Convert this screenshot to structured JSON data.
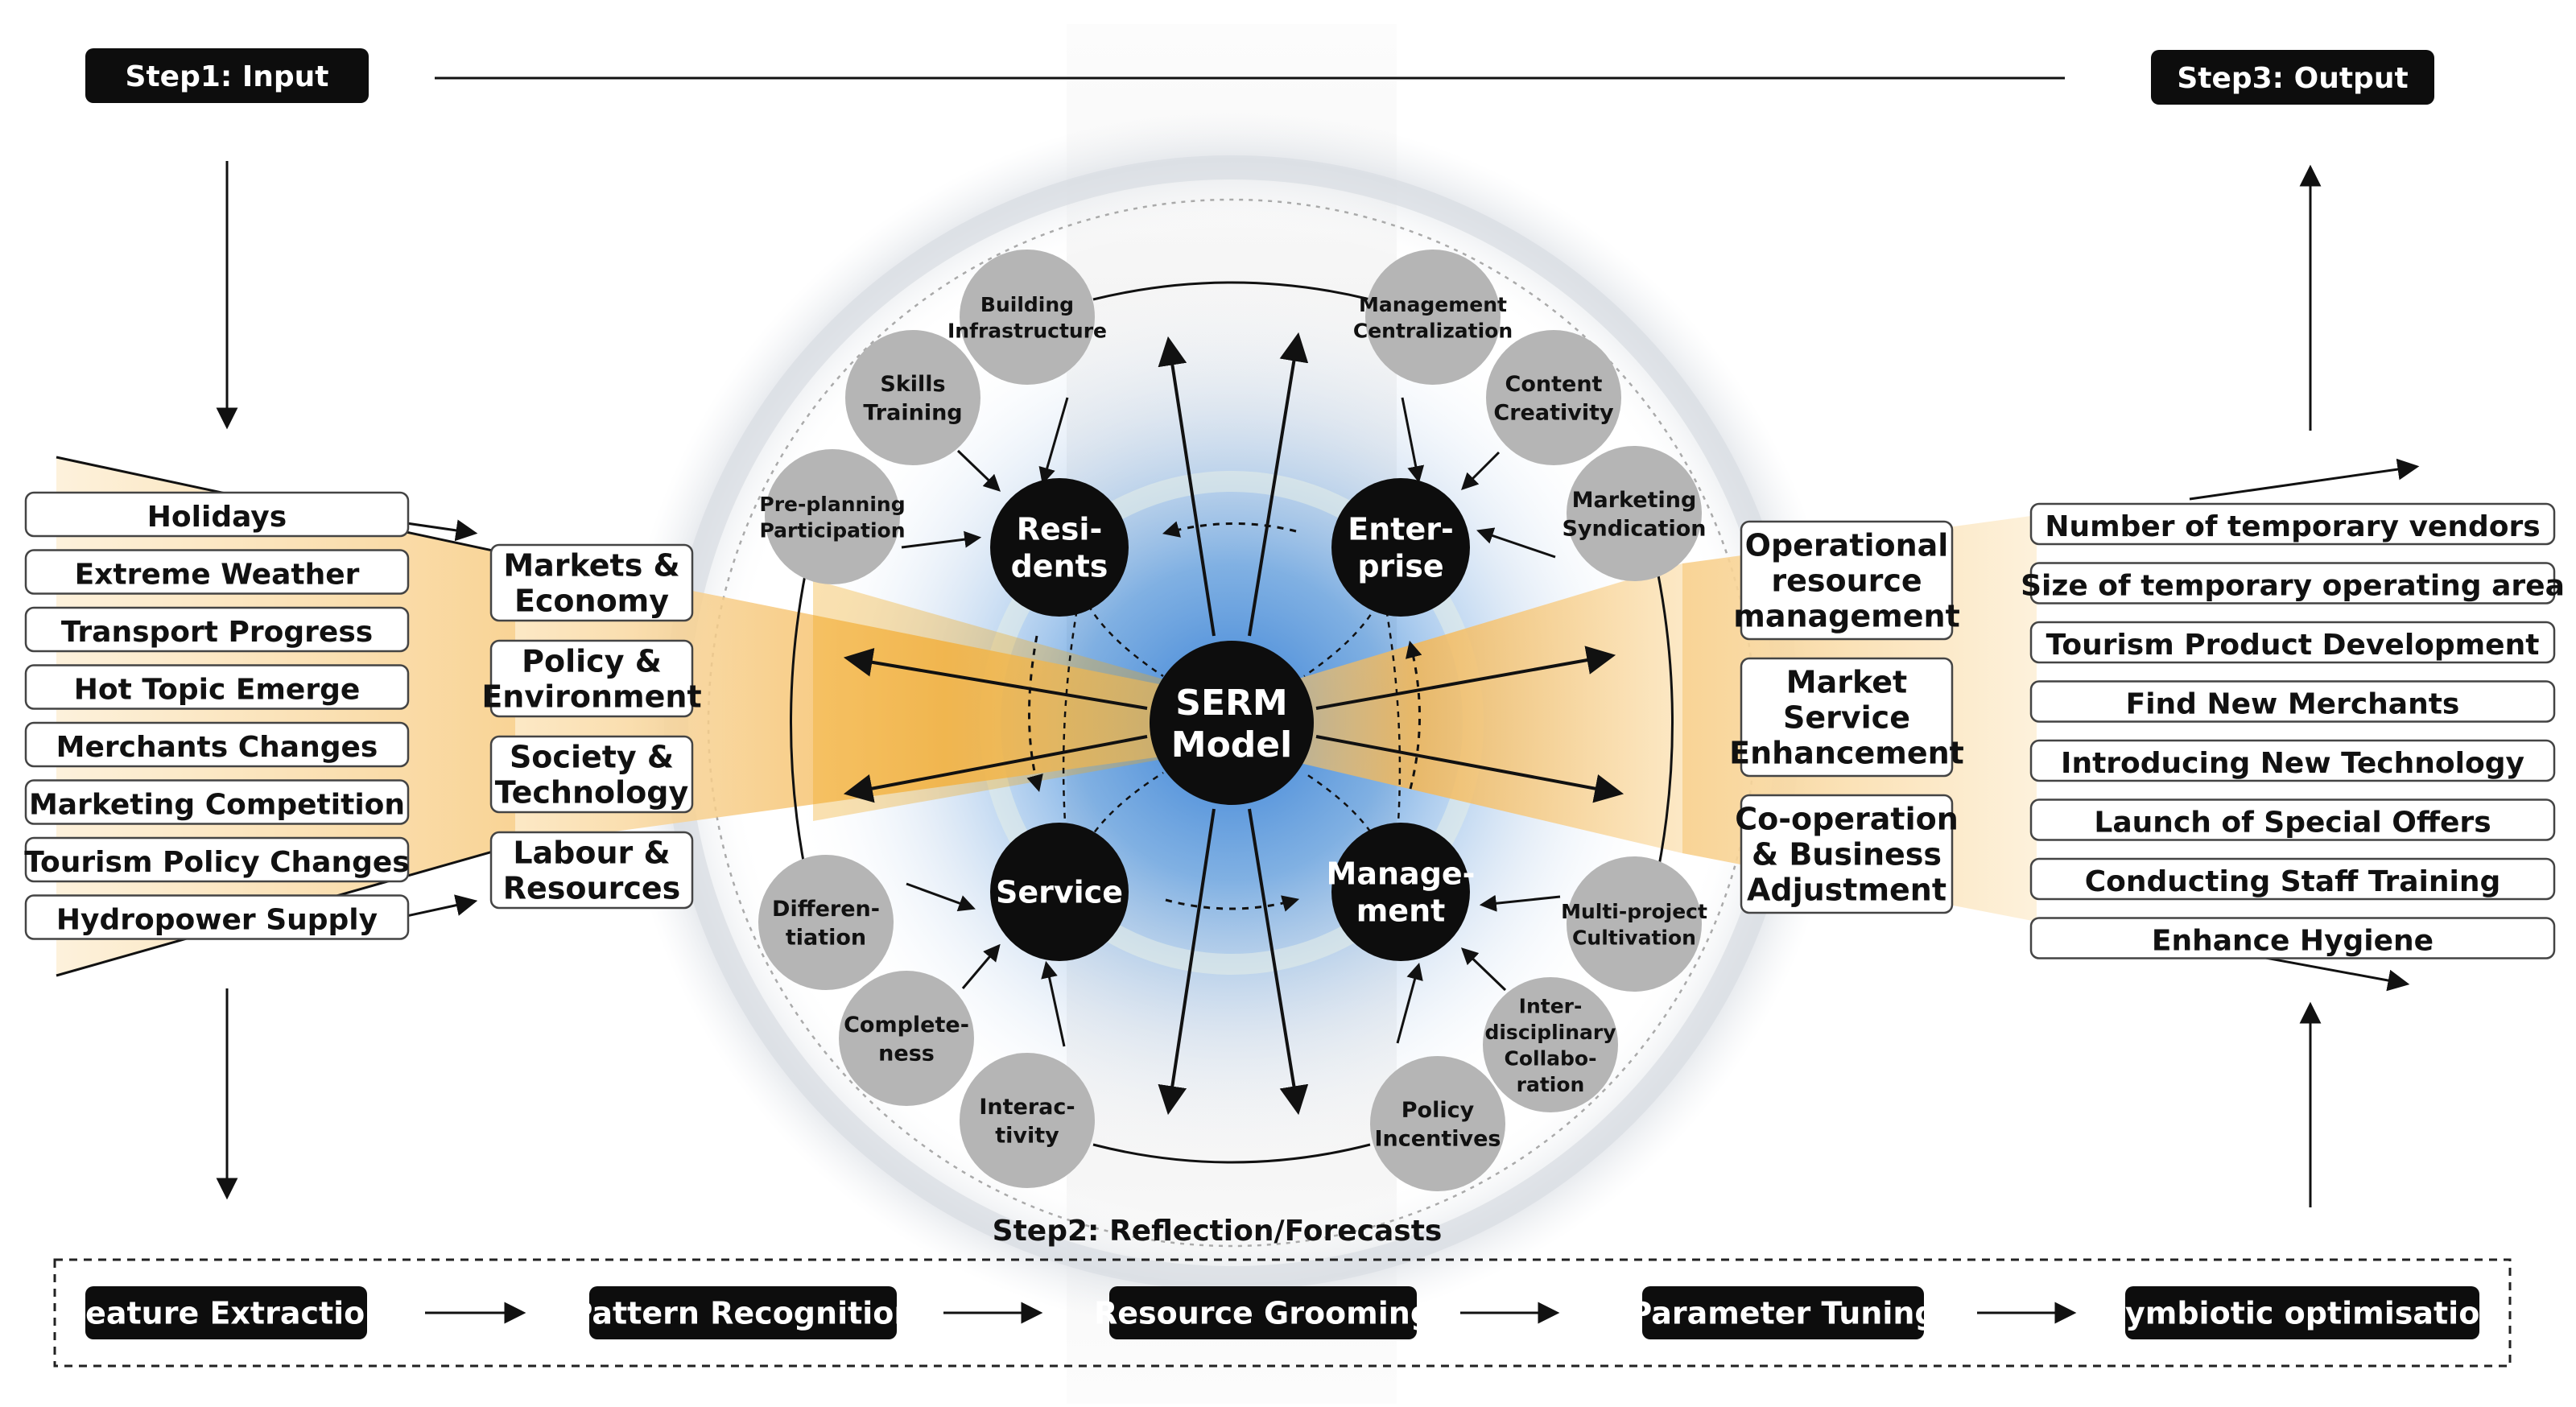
{
  "steps": {
    "input": "Step1: Input",
    "output": "Step3: Output",
    "reflection": "Step2: Reflection/Forecasts"
  },
  "inputs": [
    "Holidays",
    "Extreme Weather",
    "Transport Progress",
    "Hot Topic Emerge",
    "Merchants Changes",
    "Marketing Competition",
    "Tourism Policy Changes",
    "Hydropower Supply"
  ],
  "categories": [
    [
      "Markets &",
      "Economy"
    ],
    [
      "Policy &",
      "Environment"
    ],
    [
      "Society &",
      "Technology"
    ],
    [
      "Labour &",
      "Resources"
    ]
  ],
  "center": [
    "SERM",
    "Model"
  ],
  "hubs": {
    "residents": [
      "Resi-",
      "dents"
    ],
    "enterprise": [
      "Enter-",
      "prise"
    ],
    "service": [
      "Service"
    ],
    "management": [
      "Manage-",
      "ment"
    ]
  },
  "satellites": {
    "building": [
      "Building",
      "Infrastructure"
    ],
    "skills": [
      "Skills",
      "Training"
    ],
    "preplanning": [
      "Pre-planning",
      "Participation"
    ],
    "mgmt_central": [
      "Management",
      "Centralization"
    ],
    "content": [
      "Content",
      "Creativity"
    ],
    "marketing_synd": [
      "Marketing",
      "Syndication"
    ],
    "differentiation": [
      "Differen-",
      "tiation"
    ],
    "completeness": [
      "Complete-",
      "ness"
    ],
    "interactivity": [
      "Interac-",
      "tivity"
    ],
    "multiproject": [
      "Multi-project",
      "Cultivation"
    ],
    "interdisc": [
      "Inter-",
      "disciplinary",
      "Collabo-",
      "ration"
    ],
    "policy_inc": [
      "Policy",
      "Incentives"
    ]
  },
  "actions": [
    [
      "Operational",
      "resource",
      "management"
    ],
    [
      "Market",
      "Service",
      "Enhancement"
    ],
    [
      "Co-operation",
      "& Business",
      "Adjustment"
    ]
  ],
  "outputs": [
    "Number of temporary vendors",
    "Size of temporary operating area",
    "Tourism Product Development",
    "Find New Merchants",
    "Introducing New Technology",
    "Launch of Special Offers",
    "Conducting Staff Training",
    "Enhance Hygiene"
  ],
  "pipeline": [
    "Feature Extraction",
    "Pattern Recognition",
    "Resource Grooming",
    "Parameter Tuning",
    "Symbiotic optimisation"
  ],
  "colors": {
    "dark": "#0d0d0d",
    "satellite": "#b5b5b5",
    "band": "#f2b24a",
    "glow": "#2f7bd6"
  }
}
